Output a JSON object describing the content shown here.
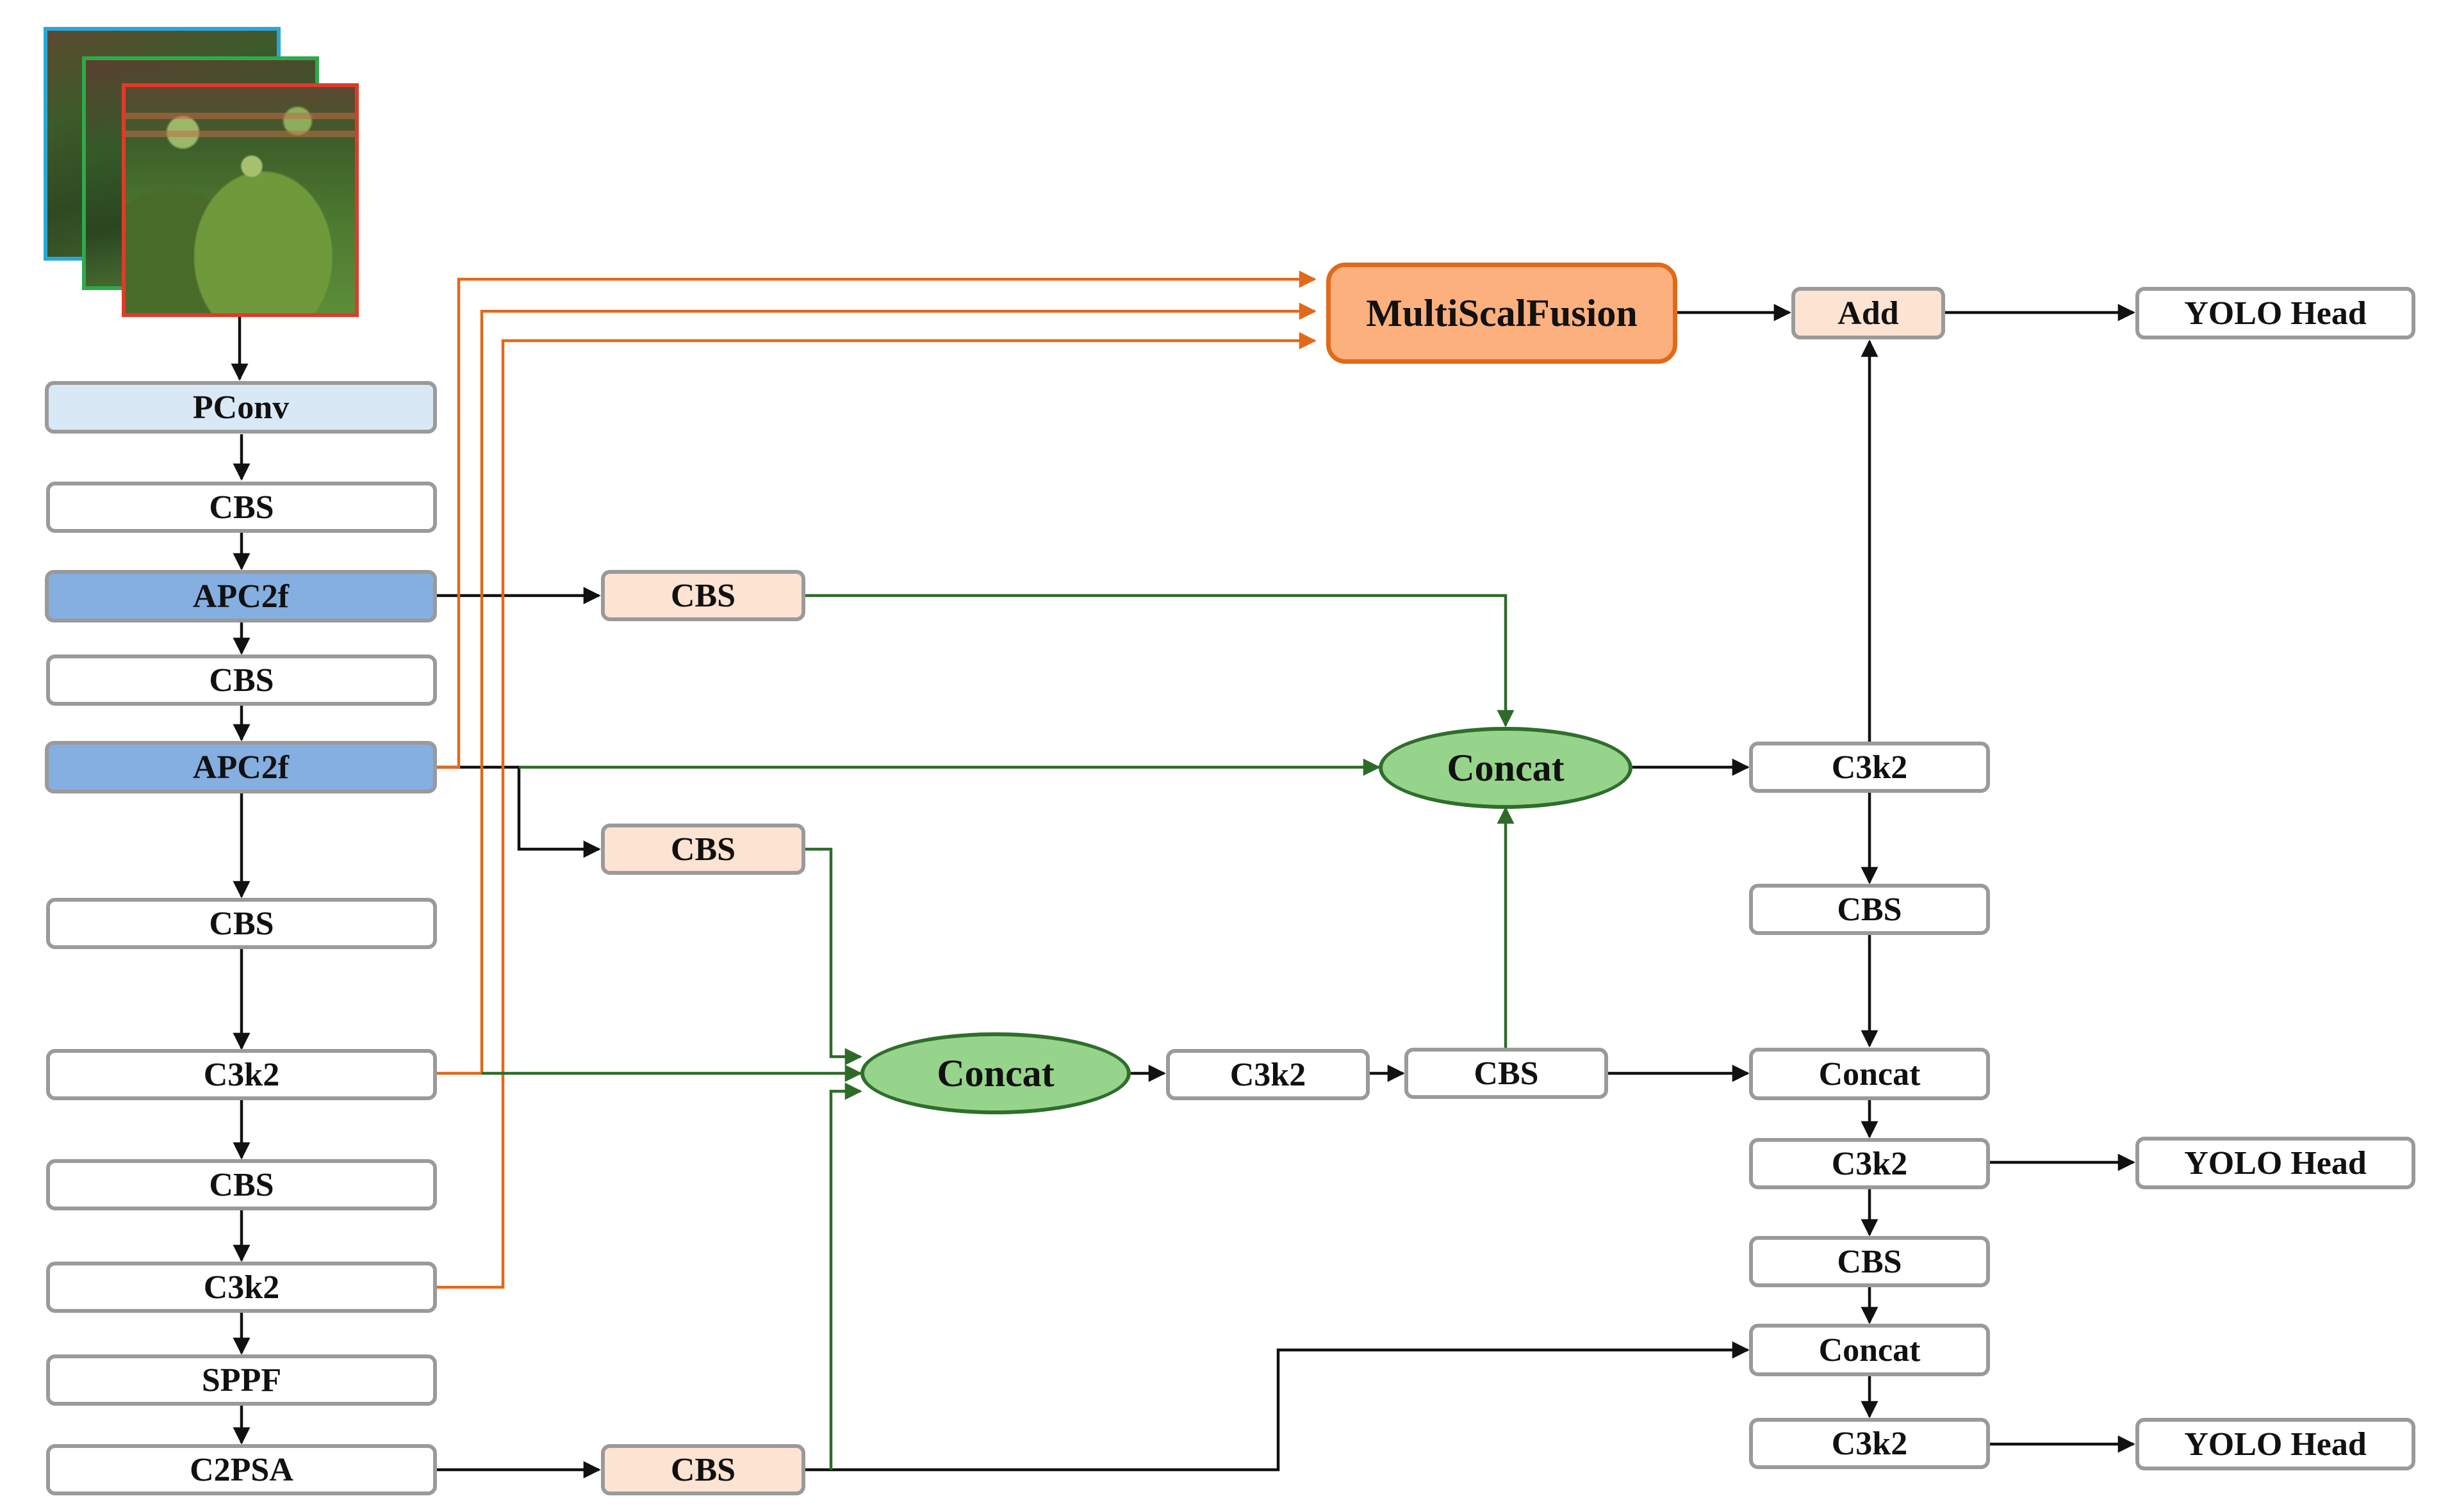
{
  "diagram": {
    "nodes": {
      "pconv": "PConv",
      "cbs_1": "CBS",
      "apc2f_1": "APC2f",
      "cbs_2": "CBS",
      "apc2f_2": "APC2f",
      "cbs_3": "CBS",
      "c3k2_1": "C3k2",
      "cbs_4": "CBS",
      "c3k2_2": "C3k2",
      "sppf": "SPPF",
      "c2psa": "C2PSA",
      "cbs_mid_1": "CBS",
      "cbs_mid_2": "CBS",
      "cbs_mid_3": "CBS",
      "multiscalfusion": "MultiScalFusion",
      "add": "Add",
      "concat_top": "Concat",
      "concat_mid": "Concat",
      "c3k2_mid": "C3k2",
      "cbs_mid_4": "CBS",
      "c3k2_r1": "C3k2",
      "cbs_r1": "CBS",
      "concat_r1": "Concat",
      "c3k2_r2": "C3k2",
      "cbs_r2": "CBS",
      "concat_r2": "Concat",
      "c3k2_r3": "C3k2",
      "yolo_head_1": "YOLO Head",
      "yolo_head_2": "YOLO Head",
      "yolo_head_3": "YOLO Head"
    },
    "colors": {
      "black_wire": "#111111",
      "orange_wire": "#e06a1a",
      "green_wire": "#2e6b2a",
      "node_border": "#9a9a9a",
      "pconv_fill": "#d9e8f5",
      "apc2f_fill": "#85aee1",
      "cbs_branch_fill": "#fde3d2",
      "fusion_fill": "#fbb07d",
      "concat_fill": "#96d48b"
    },
    "input_images": [
      "input-image-cyan-frame",
      "input-image-green-frame",
      "input-image-red-frame"
    ]
  }
}
